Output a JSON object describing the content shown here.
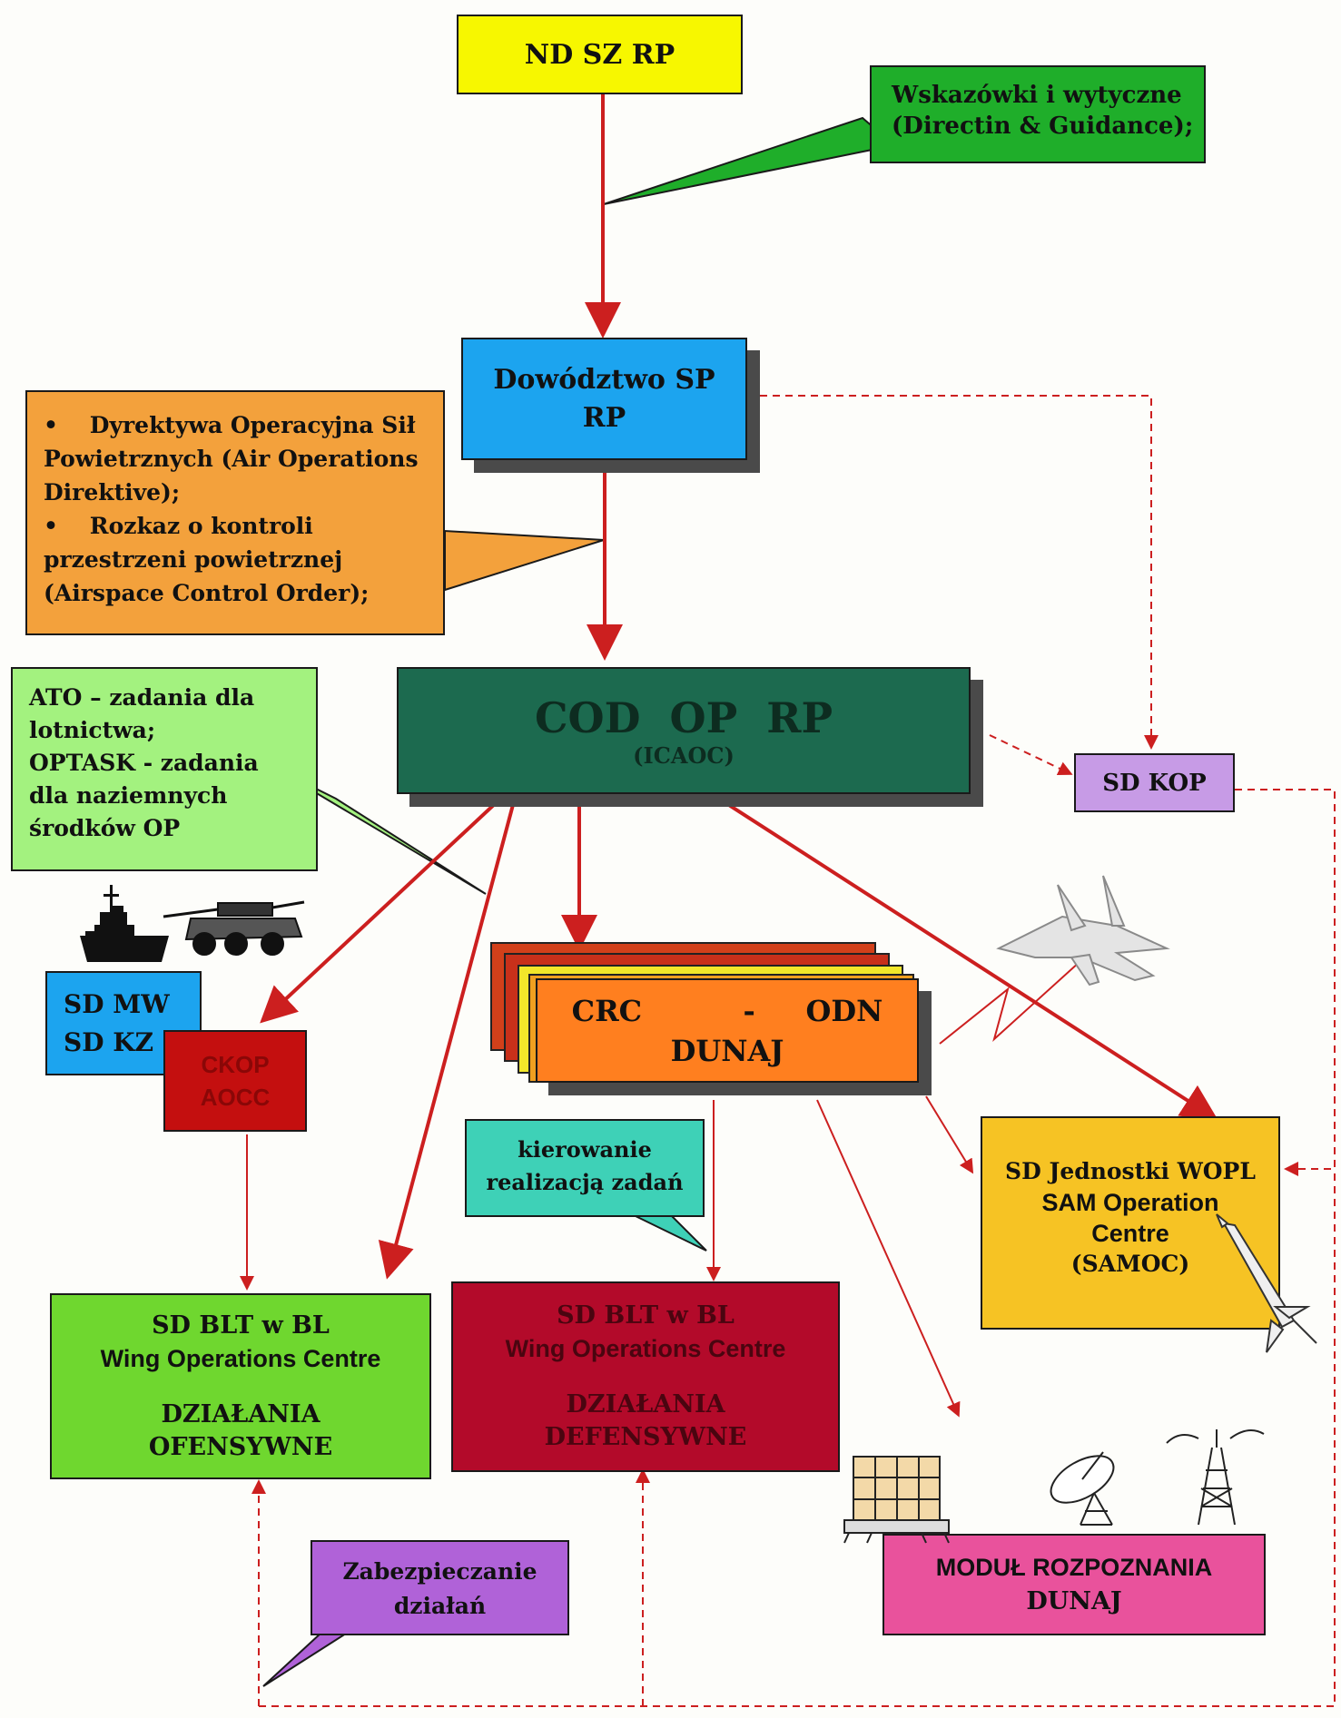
{
  "nodes": {
    "nd_sz_rp": {
      "label": "ND SZ RP"
    },
    "dowodztwo": {
      "line1": "Dowództwo SP",
      "line2": "RP"
    },
    "cod": {
      "line1": "COD  OP  RP",
      "line2": "(ICAOC)"
    },
    "sd_kop": {
      "label": "SD KOP"
    },
    "sd_mw": {
      "line1": "SD MW",
      "line2": "SD KZ"
    },
    "ckop": {
      "line1": "CKOP",
      "line2": "AOCC"
    },
    "crc": {
      "line1": "CRC          -     ODN",
      "line2": "DUNAJ"
    },
    "wopl": {
      "line1": "SD Jednostki WOPL",
      "line2": "SAM Operation",
      "line3": "Centre",
      "line4": "(SAMOC)"
    },
    "blt_ofens": {
      "line1": "SD BLT w BL",
      "line2": "Wing Operations Centre",
      "line3": "DZIAŁANIA",
      "line4": "OFENSYWNE"
    },
    "blt_defens": {
      "line1": "SD BLT w BL",
      "line2": "Wing Operations Centre",
      "line3": "DZIAŁANIA",
      "line4": "DEFENSYWNE"
    },
    "modul": {
      "line1": "MODUŁ ROZPOZNANIA",
      "line2": "DUNAJ"
    }
  },
  "callouts": {
    "wskazowki": {
      "line1": "Wskazówki i wytyczne",
      "line2": "(Directin & Guidance);"
    },
    "dyrektywa": {
      "item1": "Dyrektywa Operacyjna Sił Powietrznych (Air Operations Direktive);",
      "item2": "Rozkaz o kontroli przestrzeni powietrznej (Airspace Control Order);"
    },
    "ato": {
      "line1": "ATO – zadania dla",
      "line2": "lotnictwa;",
      "line3": "OPTASK - zadania",
      "line4": "dla  naziemnych",
      "line5": "środków OP"
    },
    "kierowanie": {
      "line1": "kierowanie",
      "line2": "realizacją zadań"
    },
    "zabezpieczanie": {
      "line1": "Zabezpieczanie",
      "line2": "działań"
    }
  },
  "colors": {
    "yellow": "#f7f700",
    "green": "#1fae2a",
    "blue": "#1ca4ef",
    "orange_callout": "#f3a13c",
    "light_green": "#a3f27f",
    "dark_teal": "#1c6a4f",
    "lilac": "#c79be6",
    "red": "#c40f0f",
    "crc_orange": "#ff7f1f",
    "gold": "#f6c324",
    "lime": "#6fd72f",
    "crimson": "#b30a2a",
    "teal": "#3ed1b7",
    "violet": "#b062d8",
    "pink": "#e9529c",
    "arrow_red": "#cc1f1f"
  },
  "icons": [
    "warship-icon",
    "armored-vehicle-icon",
    "fighter-jet-icon",
    "missile-icon",
    "radar-antenna-icon",
    "satellite-dish-icon",
    "radio-tower-icon"
  ]
}
